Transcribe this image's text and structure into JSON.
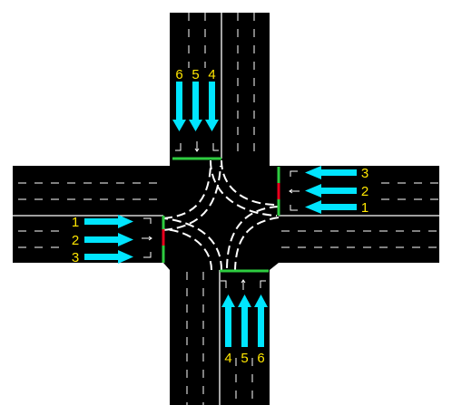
{
  "colors": {
    "background": "#ffffff",
    "road": "#000000",
    "lane_marking": "#ffffff",
    "lane_arrow": "#00e5ff",
    "lane_number": "#ffe600",
    "signal_green": "#2ecc40",
    "signal_red": "#e8001c"
  },
  "approaches": {
    "west": {
      "lanes": [
        {
          "label": "1",
          "turn": "left-turn-arrow"
        },
        {
          "label": "2",
          "turn": "straight-arrow"
        },
        {
          "label": "3",
          "turn": "right-turn-arrow"
        }
      ]
    },
    "east": {
      "lanes": [
        {
          "label": "3",
          "turn": "right-turn-arrow"
        },
        {
          "label": "2",
          "turn": "straight-arrow"
        },
        {
          "label": "1",
          "turn": "left-turn-arrow"
        }
      ]
    },
    "north": {
      "lanes": [
        {
          "label": "6",
          "turn": "right-turn-arrow"
        },
        {
          "label": "5",
          "turn": "straight-arrow"
        },
        {
          "label": "4",
          "turn": "left-turn-arrow"
        }
      ]
    },
    "south": {
      "lanes": [
        {
          "label": "4",
          "turn": "left-turn-arrow"
        },
        {
          "label": "5",
          "turn": "straight-arrow"
        },
        {
          "label": "6",
          "turn": "right-turn-arrow"
        }
      ]
    }
  },
  "signals": {
    "west": [
      "green",
      "red",
      "green"
    ],
    "east": [
      "green",
      "red",
      "green"
    ],
    "north": [
      "green",
      "green",
      "green"
    ],
    "south": [
      "green",
      "green",
      "green"
    ]
  }
}
